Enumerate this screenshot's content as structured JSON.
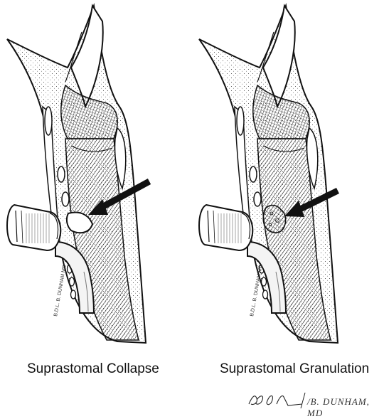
{
  "captions": {
    "left": "Suprastomal Collapse",
    "right": "Suprastomal Granulation"
  },
  "signature": {
    "initials": "BDL",
    "artist": "/B. DUNHAM, MD"
  },
  "illustration_signatures": {
    "left": "B.D.L. B. DUNHAM MD",
    "right": "B.D.L. B. DUNHAM MD"
  }
}
